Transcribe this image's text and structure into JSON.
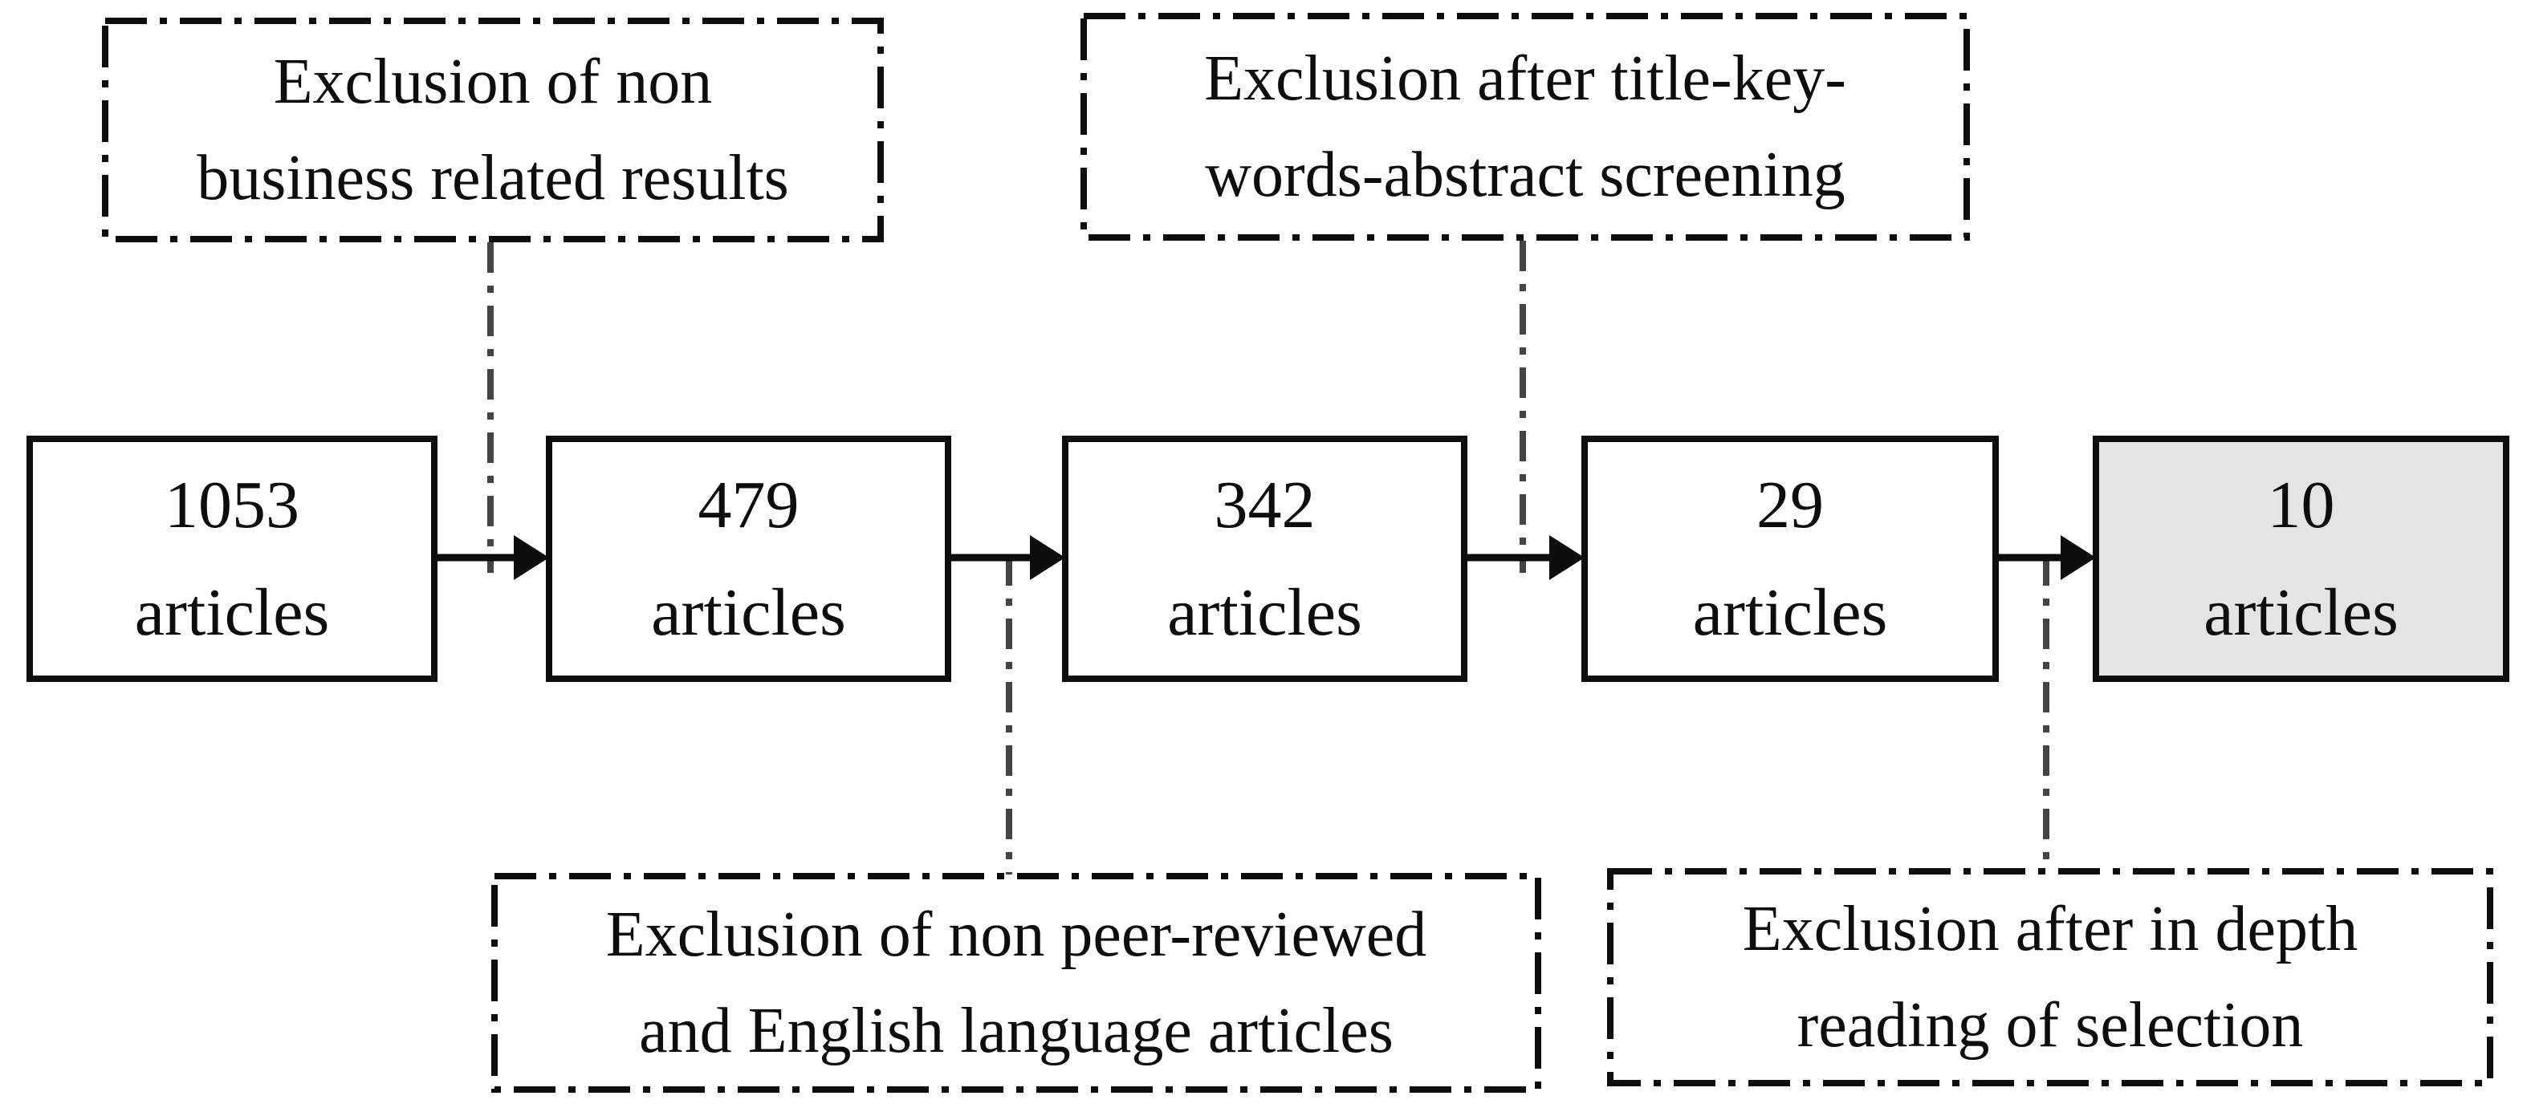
{
  "flowchart": {
    "stages": [
      {
        "count": "1053",
        "unit": "articles",
        "highlighted": false
      },
      {
        "count": "479",
        "unit": "articles",
        "highlighted": false
      },
      {
        "count": "342",
        "unit": "articles",
        "highlighted": false
      },
      {
        "count": "29",
        "unit": "articles",
        "highlighted": false
      },
      {
        "count": "10",
        "unit": "articles",
        "highlighted": true
      }
    ],
    "exclusion_notes": [
      {
        "position": "top-left",
        "line1": "Exclusion of non",
        "line2": "business related results"
      },
      {
        "position": "top-right",
        "line1": "Exclusion after title-key-",
        "line2": "words-abstract screening"
      },
      {
        "position": "bottom-left",
        "line1": "Exclusion of non peer-reviewed",
        "line2": "and English language articles"
      },
      {
        "position": "bottom-right",
        "line1": "Exclusion after in depth",
        "line2": "reading of selection"
      }
    ],
    "colors": {
      "border": "#0d0d0d",
      "text": "#0d0d0d",
      "highlight_fill": "#e4e4e4",
      "connector": "#444444",
      "background": "#ffffff"
    }
  }
}
